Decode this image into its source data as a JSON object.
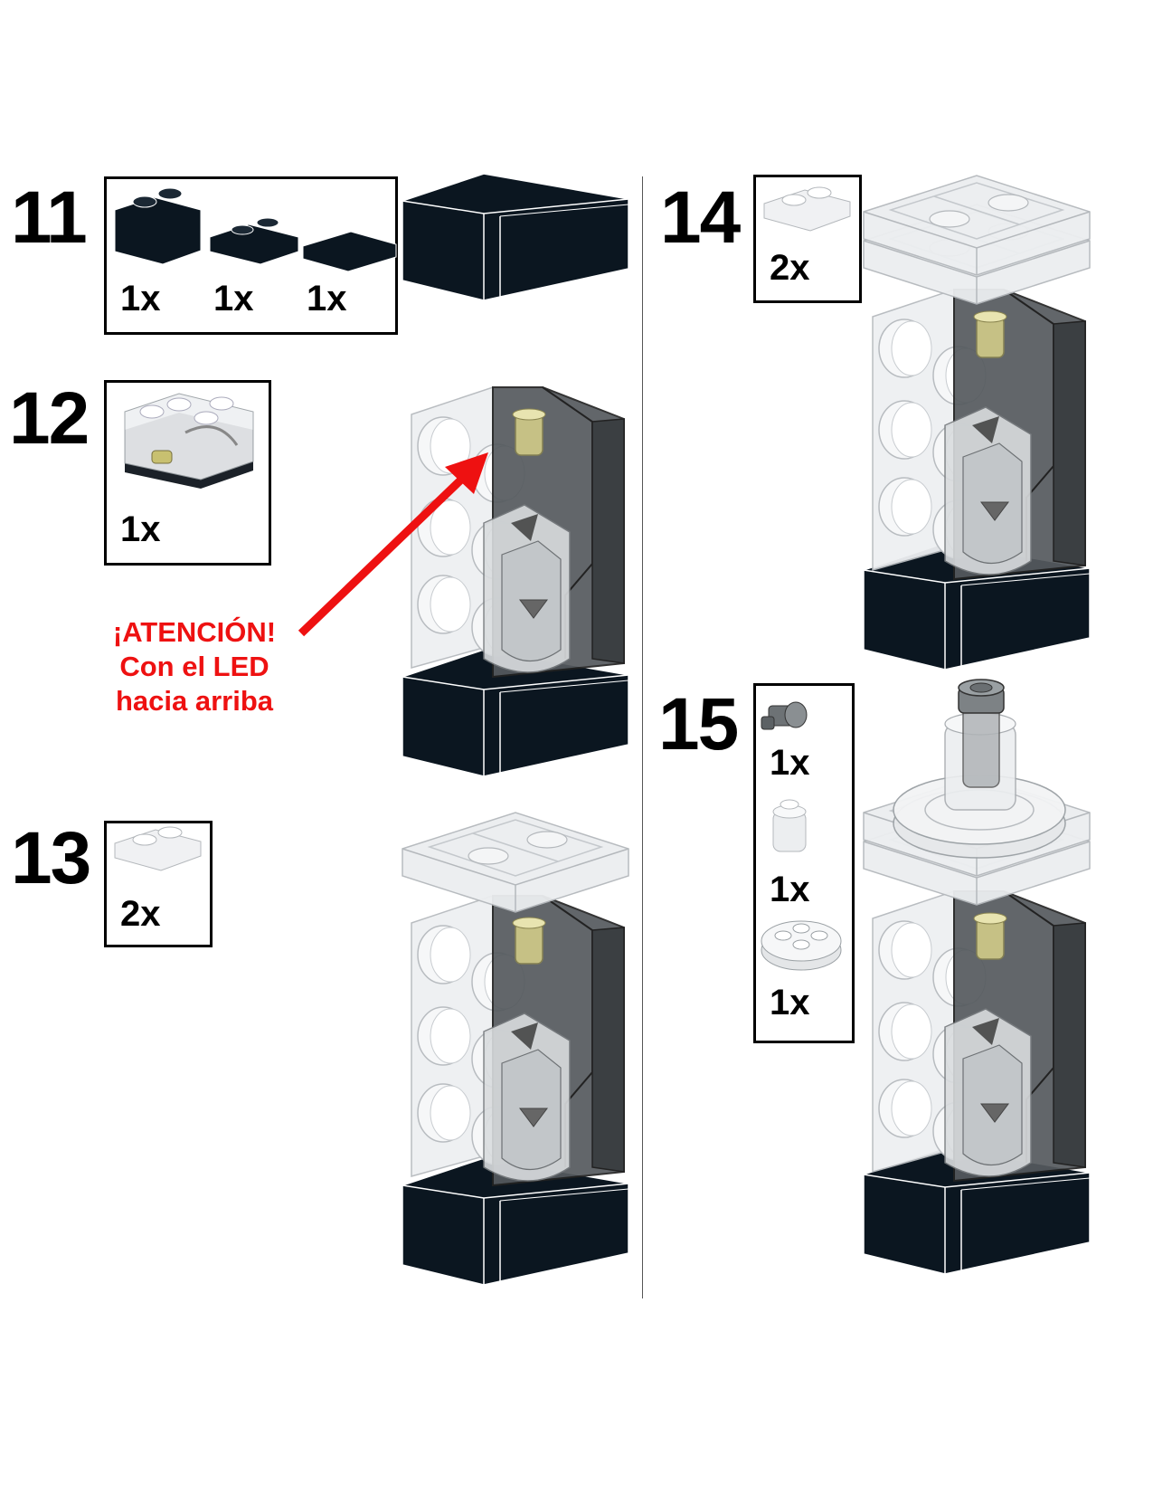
{
  "steps": [
    {
      "number": "11",
      "parts": [
        {
          "qty": "1x",
          "part": "dark brick 1x2"
        },
        {
          "qty": "1x",
          "part": "dark plate 1x2"
        },
        {
          "qty": "1x",
          "part": "dark tile 1x2"
        }
      ]
    },
    {
      "number": "12",
      "parts": [
        {
          "qty": "1x",
          "part": "transparent LED brick"
        }
      ]
    },
    {
      "number": "13",
      "parts": [
        {
          "qty": "2x",
          "part": "transparent plate 1x2"
        }
      ]
    },
    {
      "number": "14",
      "parts": [
        {
          "qty": "2x",
          "part": "transparent plate 1x2"
        }
      ]
    },
    {
      "number": "15",
      "parts": [
        {
          "qty": "1x",
          "part": "grey pin"
        },
        {
          "qty": "1x",
          "part": "transparent round brick"
        },
        {
          "qty": "1x",
          "part": "round plate 2x2"
        }
      ]
    }
  ],
  "warning": {
    "line1": "¡ATENCIÓN!",
    "line2": "Con el LED",
    "line3": "hacia arriba",
    "color": "#ee1111"
  },
  "colors": {
    "dark_brick": "#0b1620",
    "trans_clear": "#e8eaec",
    "led": "#d8d28a"
  }
}
